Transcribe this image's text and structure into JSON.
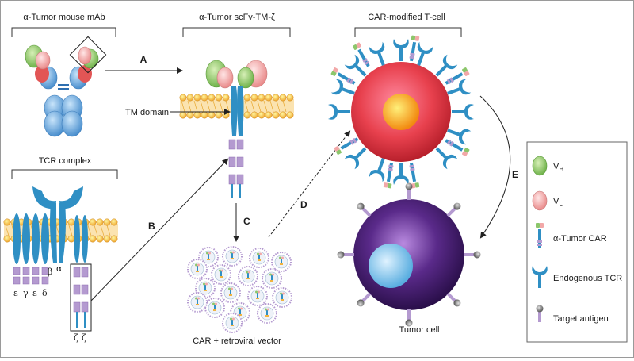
{
  "labels": {
    "mab_title": "α-Tumor mouse mAb",
    "scfv_title": "α-Tumor scFv-TM-ζ",
    "car_t_title": "CAR-modified T-cell",
    "tcr_title": "TCR complex",
    "tm_domain": "TM domain",
    "vector": "CAR + retroviral vector",
    "tumor_cell": "Tumor cell",
    "beta": "β",
    "alpha": "α",
    "eps1": "ε",
    "gamma": "γ",
    "eps2": "ε",
    "delta": "δ",
    "zeta1": "ζ",
    "zeta2": "ζ"
  },
  "steps": {
    "a": "A",
    "b": "B",
    "c": "C",
    "d": "D",
    "e": "E"
  },
  "legend": {
    "vh": "V",
    "vh_sub": "H",
    "vl": "V",
    "vl_sub": "L",
    "car": "α-Tumor CAR",
    "tcr": "Endogenous TCR",
    "antigen": "Target antigen"
  },
  "colors": {
    "vh_green": "#8cc66b",
    "vl_pink": "#f2a8a8",
    "antibody_blue": "#5aa0d8",
    "tcr_blue": "#2f8fc4",
    "membrane_orange": "#f0b440",
    "signal_purple": "#b49ad0",
    "tcell_red": "#e8414e",
    "tumor_purple": "#4a2a7a",
    "nucleus_orange": "#f5a623",
    "nucleus_blue": "#7ec3e8"
  }
}
